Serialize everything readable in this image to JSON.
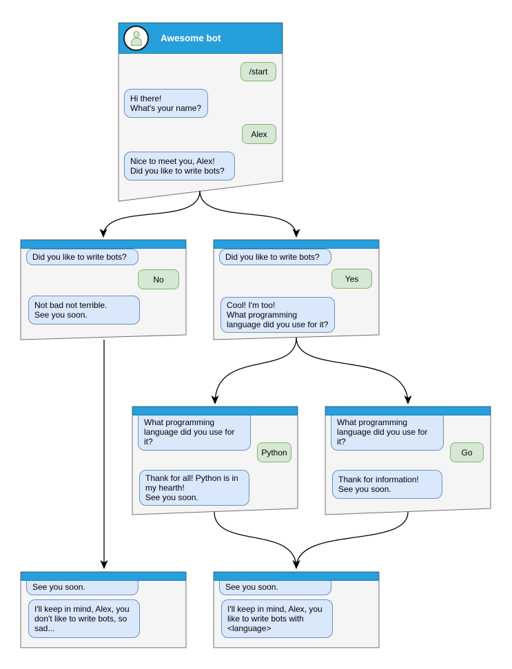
{
  "colors": {
    "titlebar_blue": "#279fdb",
    "titlebar_border": "#1d7db3",
    "bot_bubble_fill": "#dae8fc",
    "bot_bubble_border": "#6c8ebf",
    "user_bubble_fill": "#d5e8d4",
    "user_bubble_border": "#82b366",
    "window_fill": "#f5f5f5",
    "window_border": "#707070",
    "connector": "#000000"
  },
  "windows": [
    {
      "id": "start",
      "title": "Awesome bot",
      "avatar_icon": "person-icon",
      "messages": [
        {
          "from": "user",
          "text": "/start"
        },
        {
          "from": "bot",
          "text": "Hi there!\nWhat's your name?"
        },
        {
          "from": "user",
          "text": "Alex"
        },
        {
          "from": "bot",
          "text": "Nice to meet you, Alex!\nDid you like to write bots?"
        }
      ]
    },
    {
      "id": "branch-no",
      "messages": [
        {
          "from": "bot",
          "text": "Did you like to write bots?"
        },
        {
          "from": "user",
          "text": "No"
        },
        {
          "from": "bot",
          "text": "Not bad not terrible.\nSee you soon."
        }
      ]
    },
    {
      "id": "branch-yes",
      "messages": [
        {
          "from": "bot",
          "text": "Did you like to write bots?"
        },
        {
          "from": "user",
          "text": "Yes"
        },
        {
          "from": "bot",
          "text": "Cool! I'm too!\nWhat programming\nlanguage did you use for it?"
        }
      ]
    },
    {
      "id": "branch-python",
      "messages": [
        {
          "from": "bot",
          "text": "What programming\nlanguage did you use for it?"
        },
        {
          "from": "user",
          "text": "Python"
        },
        {
          "from": "bot",
          "text": "Thank for all! Python is in\nmy hearth!\nSee you soon."
        }
      ]
    },
    {
      "id": "branch-go",
      "messages": [
        {
          "from": "bot",
          "text": "What programming\nlanguage did you use for it?"
        },
        {
          "from": "user",
          "text": "Go"
        },
        {
          "from": "bot",
          "text": "Thank for information!\nSee you soon."
        }
      ]
    },
    {
      "id": "end-no",
      "messages": [
        {
          "from": "bot",
          "text": "See you soon."
        },
        {
          "from": "bot",
          "text": "I'll keep in mind, Alex, you\ndon't like to write bots, so\nsad..."
        }
      ]
    },
    {
      "id": "end-yes",
      "messages": [
        {
          "from": "bot",
          "text": "See you soon."
        },
        {
          "from": "bot",
          "text": "I'll keep in mind, Alex, you\nlike to write bots with\n<language>"
        }
      ]
    }
  ],
  "connections": [
    {
      "from": "start",
      "to": "branch-no"
    },
    {
      "from": "start",
      "to": "branch-yes"
    },
    {
      "from": "branch-yes",
      "to": "branch-python"
    },
    {
      "from": "branch-yes",
      "to": "branch-go"
    },
    {
      "from": "branch-no",
      "to": "end-no"
    },
    {
      "from": "branch-python",
      "to": "end-yes"
    },
    {
      "from": "branch-go",
      "to": "end-yes"
    }
  ]
}
